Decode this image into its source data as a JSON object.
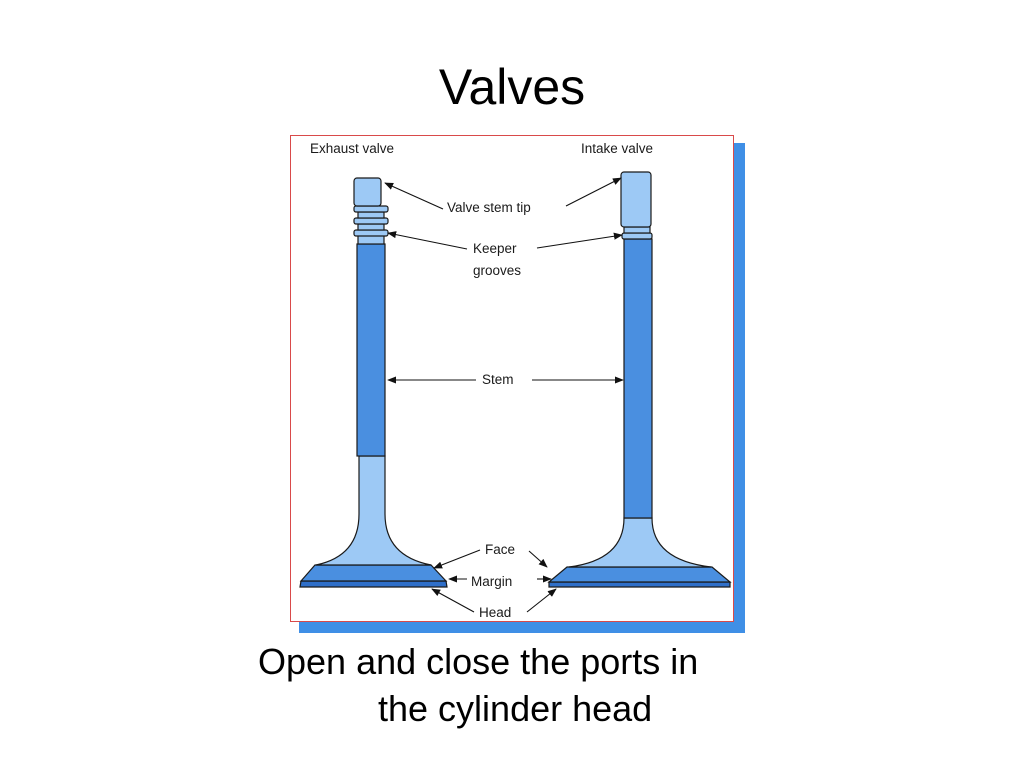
{
  "slide": {
    "title": "Valves",
    "caption_line1": "Open and close the ports in",
    "caption_line2": "the cylinder head"
  },
  "diagram": {
    "valves": [
      "Exhaust valve",
      "Intake valve"
    ],
    "labels": {
      "stem_tip": "Valve stem tip",
      "keeper_1": "Keeper",
      "keeper_2": "grooves",
      "stem": "Stem",
      "face": "Face",
      "margin": "Margin",
      "head": "Head"
    }
  },
  "colors": {
    "dark_blue": "#4a8fe0",
    "light_blue": "#9dc9f5",
    "shadow_blue": "#3f8fe6",
    "frame_border": "#d94a4a"
  }
}
